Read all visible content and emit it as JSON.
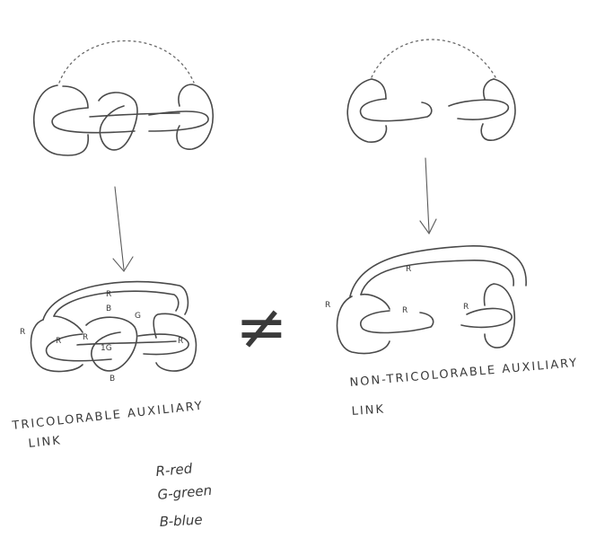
{
  "left_link": {
    "labels": [
      "R",
      "R",
      "R",
      "B",
      "G",
      "1G",
      "R",
      "R",
      "B"
    ],
    "caption_line1": "TRICOLORABLE AUXILIARY",
    "caption_line2": "LINK"
  },
  "right_link": {
    "labels": [
      "R",
      "R",
      "R",
      "R"
    ],
    "caption_line1": "NON-TRICOLORABLE AUXILIARY",
    "caption_line2": "LINK"
  },
  "relation_symbol": "≠",
  "legend": {
    "red": "R-red",
    "green": "G-green",
    "blue": "B-blue"
  },
  "colors": {
    "ink": "#4a4a4a",
    "paper": "#ffffff"
  }
}
